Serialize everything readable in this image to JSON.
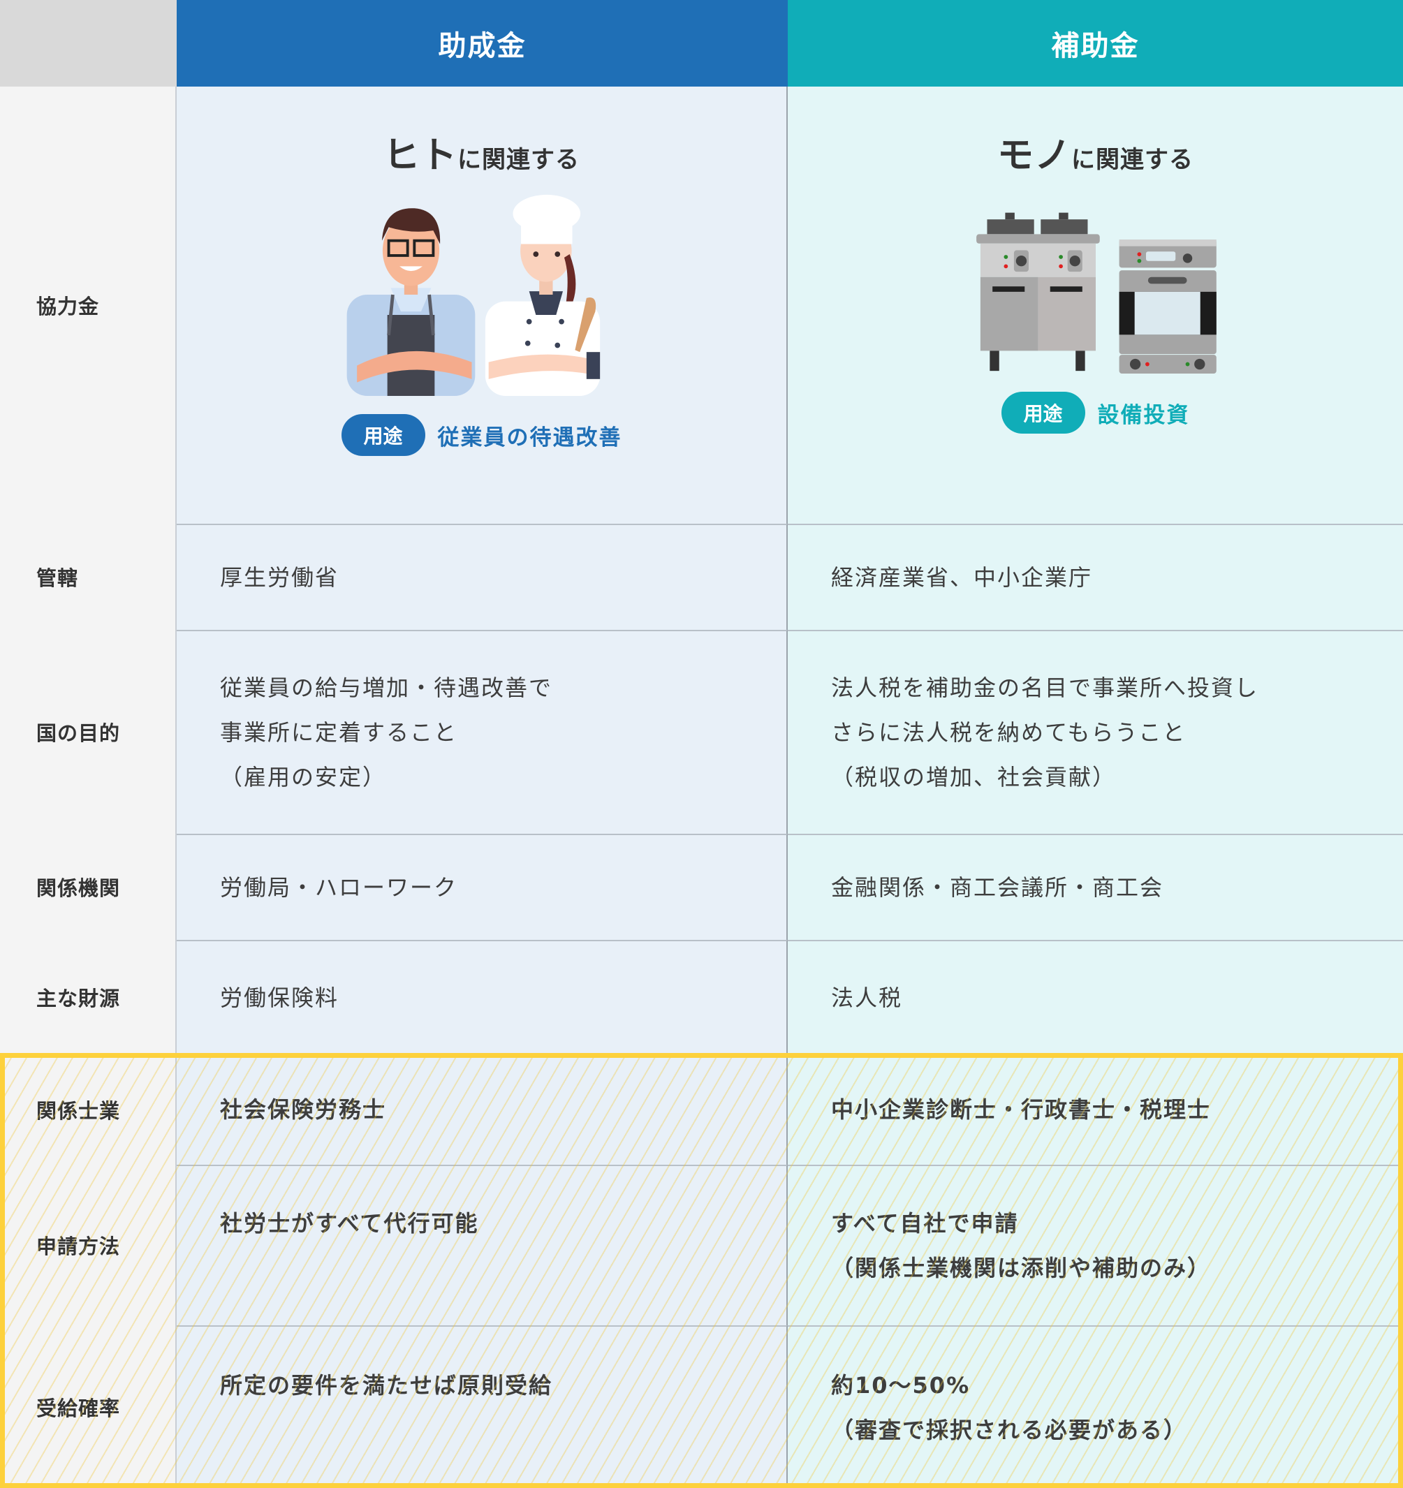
{
  "header": {
    "corner": "",
    "col1": "助成金",
    "col2": "補助金"
  },
  "colors": {
    "joseikin_accent": "#1f6fb6",
    "hojokin_accent": "#10adb8",
    "highlight_border": "#fdd13c"
  },
  "intro": {
    "label": "協力金",
    "col1": {
      "title_big": "ヒト",
      "title_small": "に関連する",
      "illustration": "people-illustration",
      "usage_pill": "用途",
      "usage_text": "従業員の待遇改善"
    },
    "col2": {
      "title_big": "モノ",
      "title_small": "に関連する",
      "illustration": "kitchen-equipment-illustration",
      "usage_pill": "用途",
      "usage_text": "設備投資"
    }
  },
  "rows": [
    {
      "label": "管轄",
      "col1": [
        "厚生労働省"
      ],
      "col2": [
        "経済産業省、中小企業庁"
      ]
    },
    {
      "label": "国の目的",
      "col1": [
        "従業員の給与増加・待遇改善で",
        "事業所に定着すること",
        "（雇用の安定）"
      ],
      "col2": [
        "法人税を補助金の名目で事業所へ投資し",
        "さらに法人税を納めてもらうこと",
        "（税収の増加、社会貢献）"
      ]
    },
    {
      "label": "関係機関",
      "col1": [
        "労働局・ハローワーク"
      ],
      "col2": [
        "金融関係・商工会議所・商工会"
      ]
    },
    {
      "label": "主な財源",
      "col1": [
        "労働保険料"
      ],
      "col2": [
        "法人税"
      ]
    }
  ],
  "highlighted_rows": [
    {
      "label": "関係士業",
      "col1": [
        "社会保険労務士"
      ],
      "col2": [
        "中小企業診断士・行政書士・税理士"
      ]
    },
    {
      "label": "申請方法",
      "col1": [
        "社労士がすべて代行可能"
      ],
      "col2": [
        "すべて自社で申請",
        "（関係士業機関は添削や補助のみ）"
      ]
    },
    {
      "label": "受給確率",
      "col1": [
        "所定の要件を満たせば原則受給"
      ],
      "col2": [
        "約10〜50%",
        "（審査で採択される必要がある）"
      ]
    }
  ]
}
